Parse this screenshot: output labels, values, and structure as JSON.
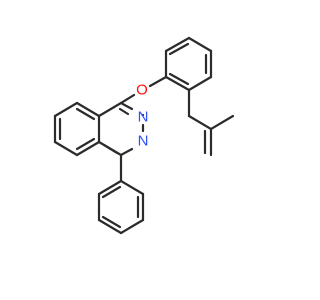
{
  "molecule": {
    "atom_labels": [
      {
        "id": "o1",
        "text": "O",
        "color": "#ff0d0d"
      },
      {
        "id": "n1",
        "text": "N",
        "color": "#3050f8"
      },
      {
        "id": "n2",
        "text": "N",
        "color": "#3050f8"
      }
    ],
    "bond_color": "#2b2b2b"
  }
}
